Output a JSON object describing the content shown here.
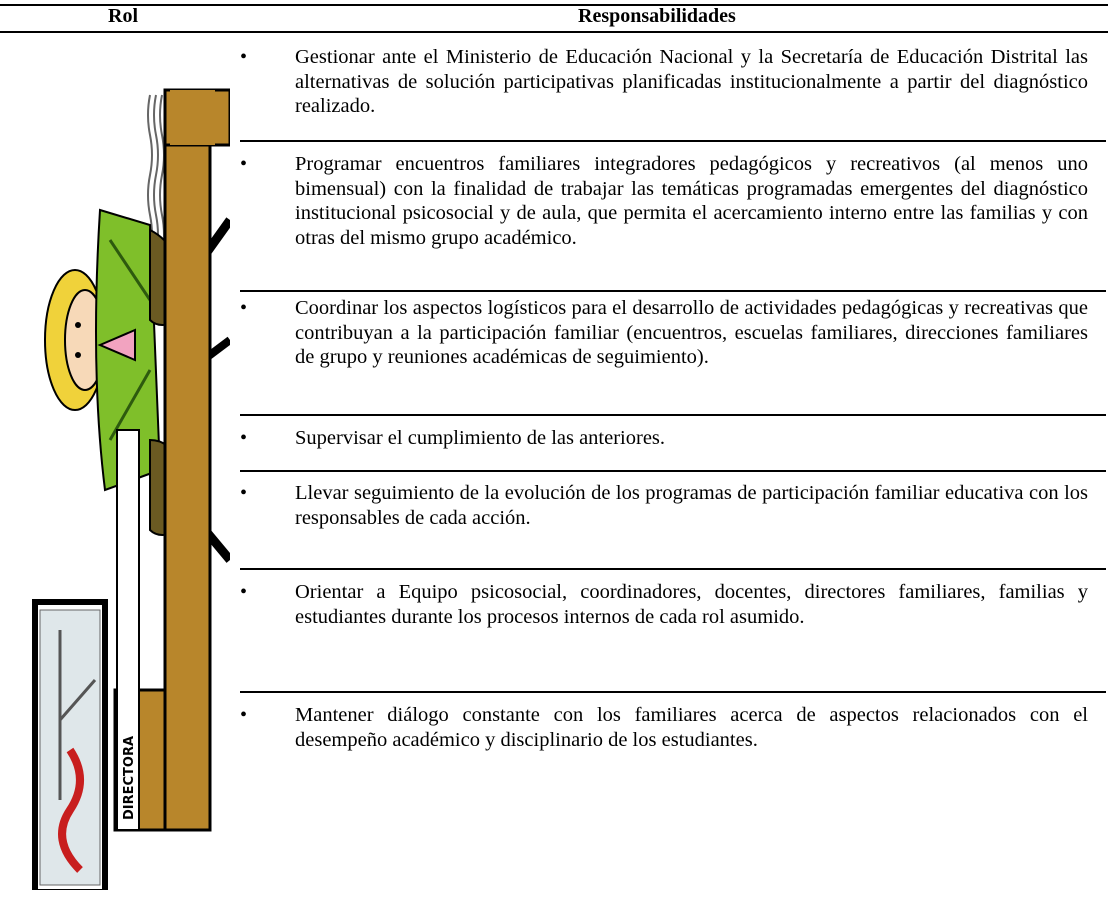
{
  "table": {
    "header_rol": "Rol",
    "header_responsabilidades": "Responsabilidades"
  },
  "illustration": {
    "sign_label": "DIRECTORA"
  },
  "responsibilities": [
    "Gestionar ante el Ministerio de Educación Nacional y la Secretaría de Educación Distrital las alternativas de solución participativas planificadas institucionalmente a partir del diagnóstico realizado.",
    "Programar encuentros familiares integradores pedagógicos y recreativos (al menos uno bimensual) con la finalidad de trabajar las temáticas programadas emergentes del diagnóstico institucional psicosocial y de aula, que permita el acercamiento interno entre las familias y con otras del mismo grupo académico.",
    "Coordinar los aspectos logísticos para el desarrollo de actividades pedagógicas y recreativas que contribuyan a la participación familiar (encuentros, escuelas familiares, direcciones familiares de grupo y reuniones académicas de seguimiento).",
    "Supervisar el cumplimiento de las anteriores.",
    "Llevar seguimiento de la evolución de los programas de participación familiar educativa con los responsables de cada acción.",
    "Orientar a Equipo psicosocial, coordinadores, docentes, directores familiares, familias y estudiantes durante los procesos internos de cada rol asumido.",
    "Mantener diálogo constante con los familiares acerca de aspectos relacionados con el desempeño académico y disciplinario de los estudiantes."
  ]
}
